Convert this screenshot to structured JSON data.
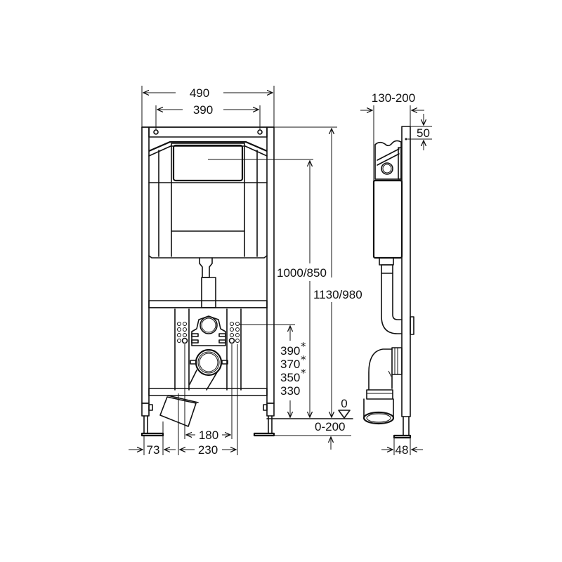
{
  "drawing": {
    "title": "WC installation frame dimension drawing",
    "units": "mm",
    "front_view": {
      "overall_width": "490",
      "mounting_hole_spacing": "390",
      "height_to_flush_plate": "1000/850",
      "overall_height": "1130/980",
      "drain_heights": [
        "390",
        "370",
        "350",
        "330"
      ],
      "drain_height_marks": [
        "*",
        "*",
        "*",
        ""
      ],
      "floor_level": "0",
      "foot_adjust_range": "0-200",
      "foot_offset": "73",
      "inner_spacing_a": "180",
      "inner_spacing_b": "230"
    },
    "side_view": {
      "depth_range": "130-200",
      "top_bracket_offset": "50",
      "foot_depth": "48"
    }
  }
}
